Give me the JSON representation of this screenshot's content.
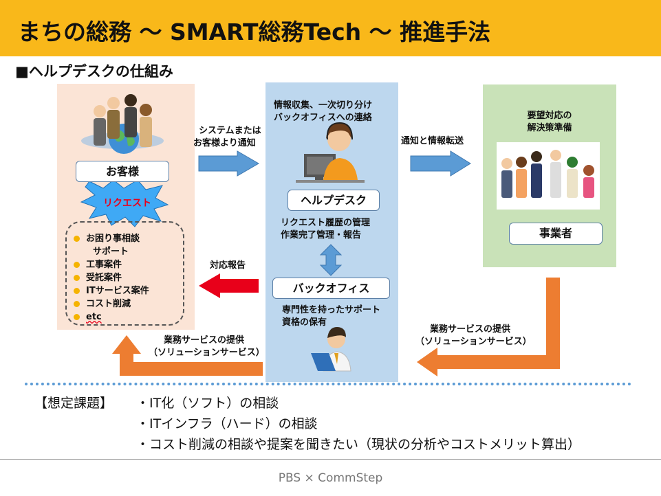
{
  "title": "まちの総務 ～ SMART総務Tech ～ 推進手法",
  "section_title": "■ヘルプデスクの仕組み",
  "customer": {
    "box_label": "お客様",
    "burst_label": "リクエスト",
    "requests": [
      "お困り事相談",
      "サポート",
      "工事案件",
      "受託案件",
      "ITサービス案件",
      "コスト削減",
      "etc"
    ]
  },
  "helpdesk": {
    "top_text_1": "情報収集、一次切り分け",
    "top_text_2": "バックオフィスへの連絡",
    "box_label": "ヘルプデスク",
    "mid_text_1": "リクエスト履歴の管理",
    "mid_text_2": "作業完了管理・報告",
    "backoffice_label": "バックオフィス",
    "bottom_text_1": "専門性を持ったサポート",
    "bottom_text_2": "資格の保有"
  },
  "business": {
    "top_text_1": "要望対応の",
    "top_text_2": "解決策準備",
    "box_label": "事業者"
  },
  "arrows": {
    "notify_1": "システムまたは",
    "notify_2": "お客様より通知",
    "forward": "通知と情報転送",
    "report": "対応報告",
    "service_right_1": "業務サービスの提供",
    "service_right_2": "（ソリューションサービス）",
    "service_left_1": "業務サービスの提供",
    "service_left_2": "（ソリューションサービス）"
  },
  "issues": {
    "label": "【想定課題】",
    "items": [
      "・IT化（ソフト）の相談",
      "・ITインフラ（ハード）の相談",
      "・コスト削減の相談や提案を聞きたい（現状の分析やコストメリット算出）"
    ]
  },
  "footer": "PBS × CommStep",
  "colors": {
    "header": "#f9b81a",
    "customer_panel": "#fbe4d6",
    "helpdesk_panel": "#bdd7ee",
    "business_panel": "#c9e2b8",
    "blue_arrow": "#5b9bd5",
    "red_arrow": "#e8001a",
    "orange_arrow": "#ed7d31",
    "bullet": "#f5b300"
  }
}
